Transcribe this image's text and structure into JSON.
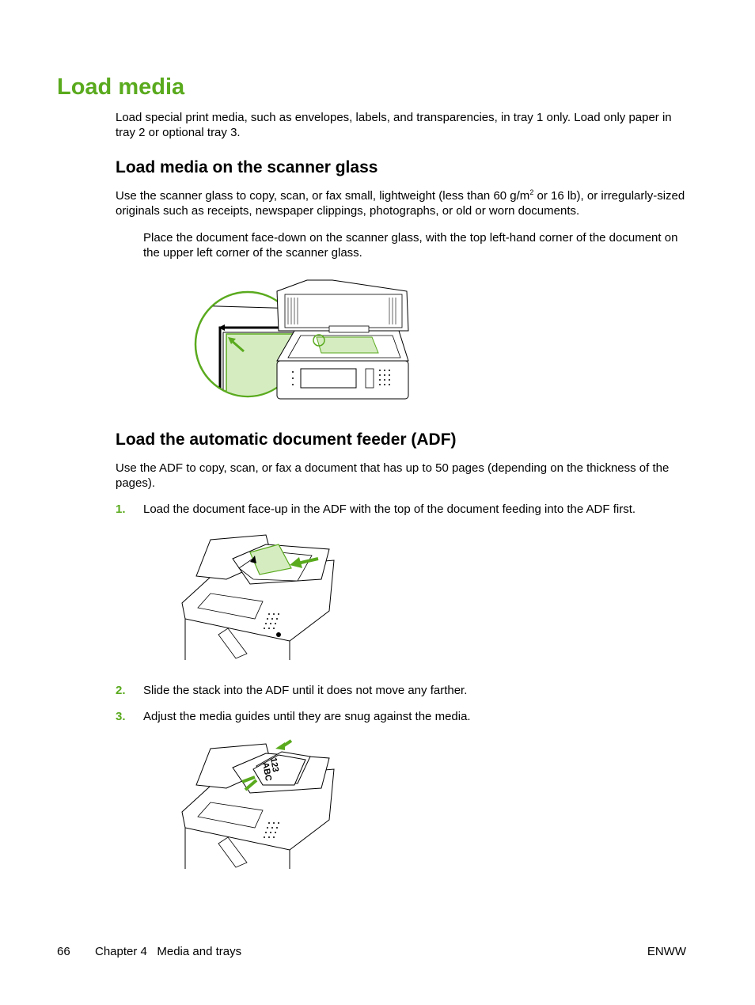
{
  "heading": "Load media",
  "intro": "Load special print media, such as envelopes, labels, and transparencies, in tray 1 only. Load only paper in tray 2 or optional tray 3.",
  "scanner": {
    "title": "Load media on the scanner glass",
    "text_before_sup": "Use the scanner glass to copy, scan, or fax small, lightweight (less than 60 g/m",
    "sup": "2",
    "text_after_sup": " or 16 lb), or irregularly-sized originals such as receipts, newspaper clippings, photographs, or old or worn documents.",
    "instruction": "Place the document face-down on the scanner glass, with the top left-hand corner of the document on the upper left corner of the scanner glass."
  },
  "adf": {
    "title": "Load the automatic document feeder (ADF)",
    "text": "Use the ADF to copy, scan, or fax a document that has up to 50 pages (depending on the thickness of the pages).",
    "steps": [
      {
        "num": "1.",
        "text": "Load the document face-up in the ADF with the top of the document feeding into the ADF first."
      },
      {
        "num": "2.",
        "text": "Slide the stack into the ADF until it does not move any farther."
      },
      {
        "num": "3.",
        "text": "Adjust the media guides until they are snug against the media."
      }
    ],
    "doc_label_1": "ABC",
    "doc_label_2": "123"
  },
  "footer": {
    "page_number": "66",
    "chapter": "Chapter 4   Media and trays",
    "right": "ENWW"
  },
  "colors": {
    "accent": "#5aaa1e",
    "paper_fill": "#d5ecc1"
  }
}
